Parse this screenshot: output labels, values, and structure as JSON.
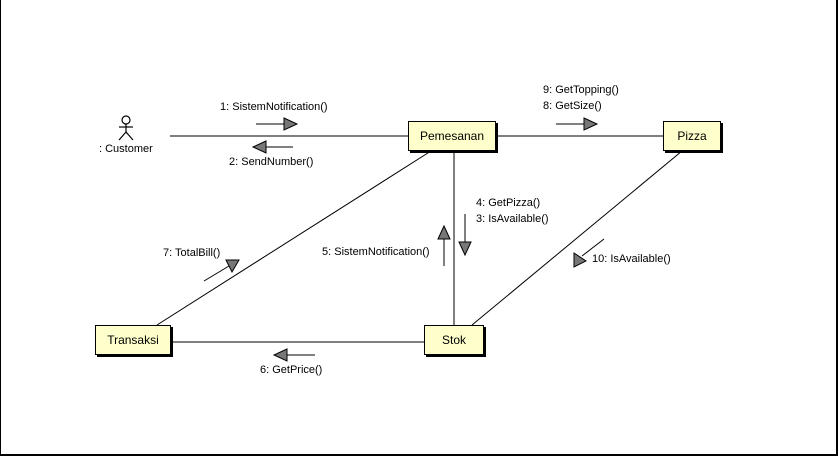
{
  "actor": {
    "name": ": Customer"
  },
  "objects": {
    "pemesanan": "Pemesanan",
    "pizza": "Pizza",
    "transaksi": "Transaksi",
    "stok": "Stok"
  },
  "messages": {
    "m1": "1: SistemNotification()",
    "m2": "2: SendNumber()",
    "m9": "9: GetTopping()",
    "m8": "8: GetSize()",
    "m4": "4: GetPizza()",
    "m3": "3: IsAvailable()",
    "m5": "5: SistemNotification()",
    "m7": "7: TotalBill()",
    "m10": "10: IsAvailable()",
    "m6": "6: GetPrice()"
  }
}
